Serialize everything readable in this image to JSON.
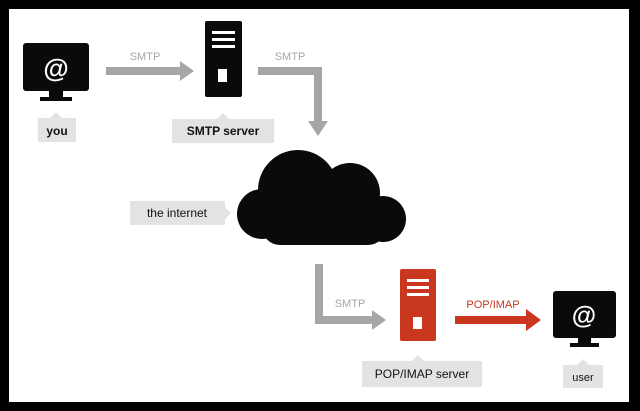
{
  "labels": {
    "you": "you",
    "smtp_server": "SMTP server",
    "internet": "the internet",
    "pop_imap_server": "POP/IMAP server",
    "user": "user"
  },
  "arrows": {
    "you_to_smtp": "SMTP",
    "smtp_to_cloud": "SMTP",
    "cloud_to_pop": "SMTP",
    "pop_to_user": "POP/IMAP"
  },
  "icons": {
    "at_symbol": "@"
  },
  "colors": {
    "frame": "#000000",
    "background": "#ffffff",
    "device": "#0a0a0a",
    "arrow_gray": "#a6a6a6",
    "label_bg": "#e3e3e3",
    "accent": "#c9381e"
  }
}
